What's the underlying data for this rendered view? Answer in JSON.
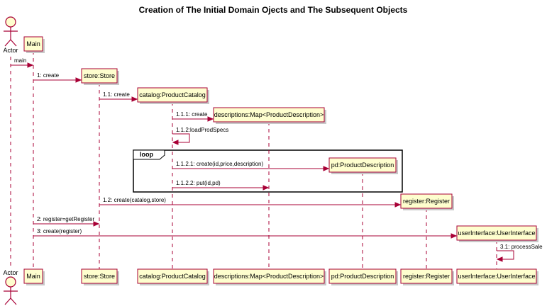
{
  "diagram": {
    "title": "Creation of The Initial Domain Ojects and The Subsequent Objects",
    "actor": {
      "label": "Actor"
    },
    "participants": [
      {
        "id": "main",
        "label": "Main"
      },
      {
        "id": "store",
        "label": "store:Store"
      },
      {
        "id": "catalog",
        "label": "catalog:ProductCatalog"
      },
      {
        "id": "descriptions",
        "label": "descriptions:Map<ProductDescription>"
      },
      {
        "id": "pd",
        "label": "pd:ProductDescription"
      },
      {
        "id": "register",
        "label": "register:Register"
      },
      {
        "id": "ui",
        "label": "userInterface:UserInterface"
      }
    ],
    "messages": [
      {
        "from": "actor",
        "to": "main",
        "label": "main"
      },
      {
        "from": "main",
        "to": "store",
        "label": "1: create",
        "creates": true
      },
      {
        "from": "store",
        "to": "catalog",
        "label": "1.1: create",
        "creates": true
      },
      {
        "from": "catalog",
        "to": "descriptions",
        "label": "1.1.1: create",
        "creates": true
      },
      {
        "from": "catalog",
        "to": "catalog",
        "label": "1.1.2:loadProdSpecs",
        "self": true
      },
      {
        "from": "catalog",
        "to": "pd",
        "label": "1.1.2.1: create(id,price,description)",
        "creates": true
      },
      {
        "from": "catalog",
        "to": "descriptions",
        "label": "1.1.2.2: put(id,pd)"
      },
      {
        "from": "store",
        "to": "register",
        "label": "1.2: create(catalog,store)",
        "creates": true
      },
      {
        "from": "main",
        "to": "store",
        "label": "2: register=getRegister"
      },
      {
        "from": "main",
        "to": "ui",
        "label": "3: create(register)",
        "creates": true
      },
      {
        "from": "ui",
        "to": "ui",
        "label": "3.1: processSale",
        "self": true
      }
    ],
    "fragment": {
      "kind": "loop",
      "label": "loop"
    },
    "colors": {
      "participant_fill": "#FEFECE",
      "border": "#A80036",
      "arrow": "#A80036"
    }
  }
}
